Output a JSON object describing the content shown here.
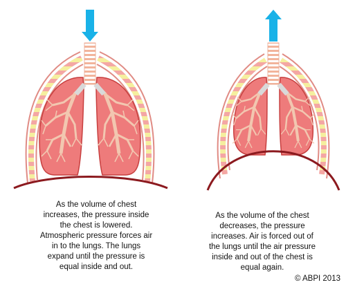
{
  "left_panel": {
    "arrow_direction": "down",
    "caption_lines": [
      "As the volume of chest",
      "increases, the pressure inside",
      "the chest is lowered.",
      "Atmospheric pressure forces air",
      "in to the lungs. The lungs",
      "expand until the pressure is",
      "equal inside and out."
    ]
  },
  "right_panel": {
    "arrow_direction": "up",
    "caption_lines": [
      "As the volume of the chest",
      "decreases, the pressure",
      "increases. Air is forced out of",
      "the lungs until the air pressure",
      "inside and out of the chest is",
      "equal again."
    ]
  },
  "copyright": "© ABPI 2013",
  "colors": {
    "arrow": "#19b2e8",
    "lung_fill": "#ee7b7b",
    "lung_edge": "#c73f3f",
    "bronchi": "#f2c7b0",
    "ribs": "#f5ef9e",
    "intercostal": "#f4a7a4",
    "chest_wall": "#e08b84",
    "diaphragm": "#8c1a1f"
  }
}
